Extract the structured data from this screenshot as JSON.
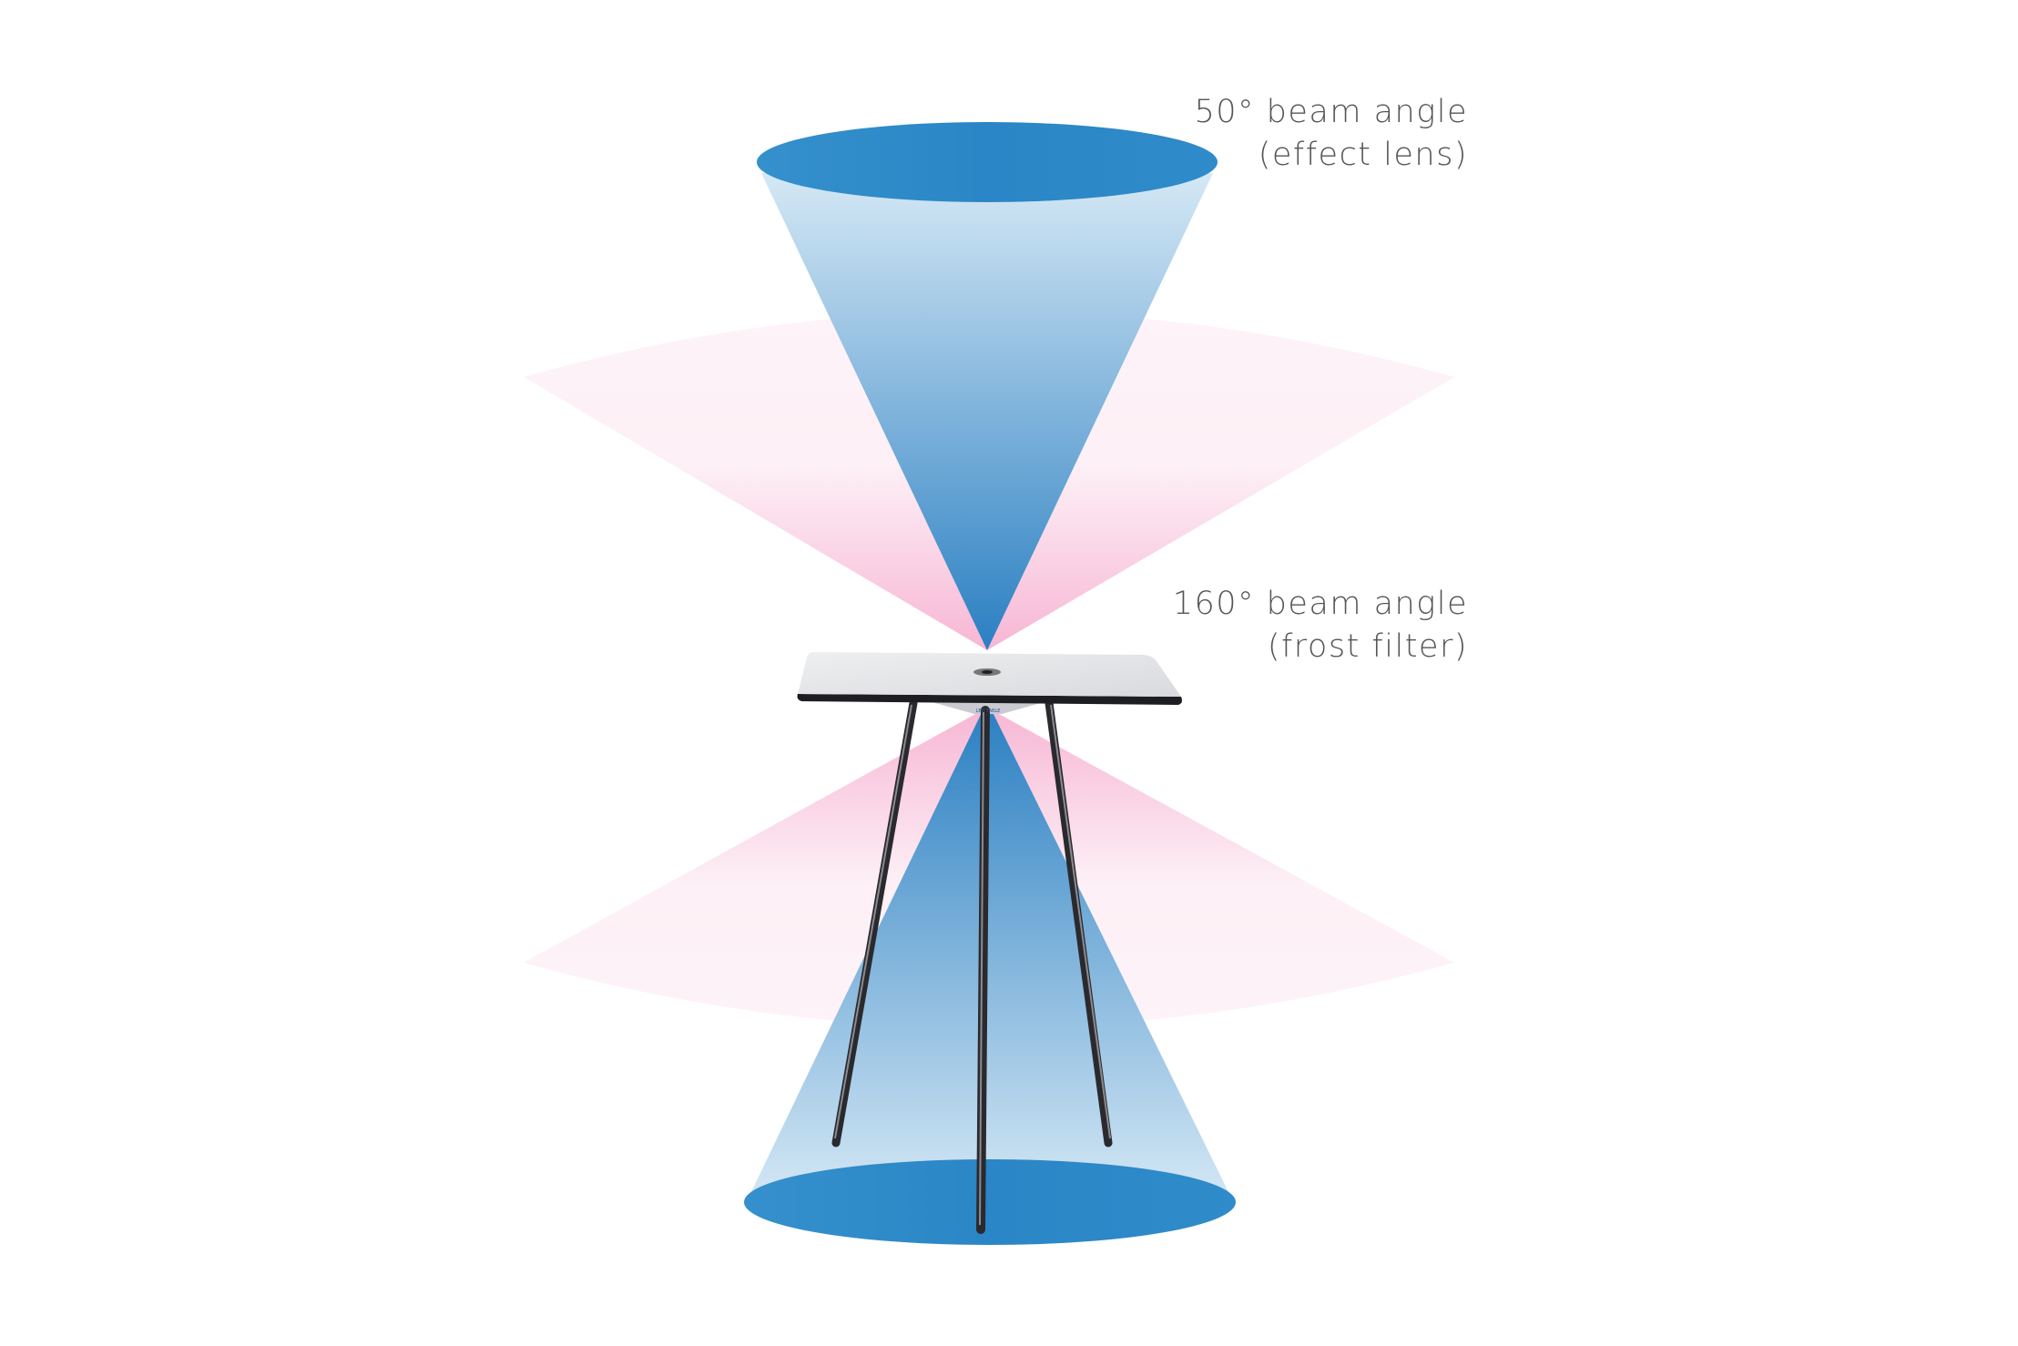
{
  "labels": {
    "narrow": {
      "angle": "50° beam angle",
      "note": "(effect lens)"
    },
    "wide": {
      "angle": "160° beam angle",
      "note": "(frost filter)"
    }
  },
  "table_badge": "LED TABLE",
  "colors": {
    "beam_blue": "#2a86c6",
    "beam_light": "#d6e9f5",
    "wide_pink": "#f7bcd8",
    "text": "#555555"
  }
}
